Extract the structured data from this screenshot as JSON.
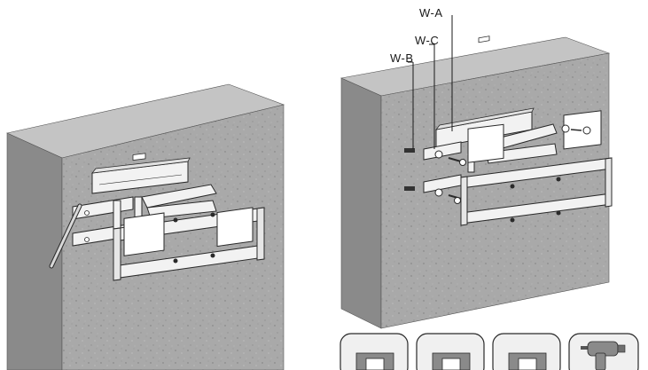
{
  "labels": {
    "wa": "W-A",
    "wc": "W-C",
    "wb": "W-B"
  },
  "colors": {
    "wall": "#a9a9a9",
    "wall_top": "#c4c4c4",
    "wall_side": "#8a8a8a",
    "metal": "#f2f2f2",
    "outline": "#2a2a2a"
  },
  "tool_panels": [
    {
      "icon": "wall-type-icon"
    },
    {
      "icon": "wall-type-icon"
    },
    {
      "icon": "wall-type-icon"
    },
    {
      "icon": "drill-icon"
    }
  ]
}
